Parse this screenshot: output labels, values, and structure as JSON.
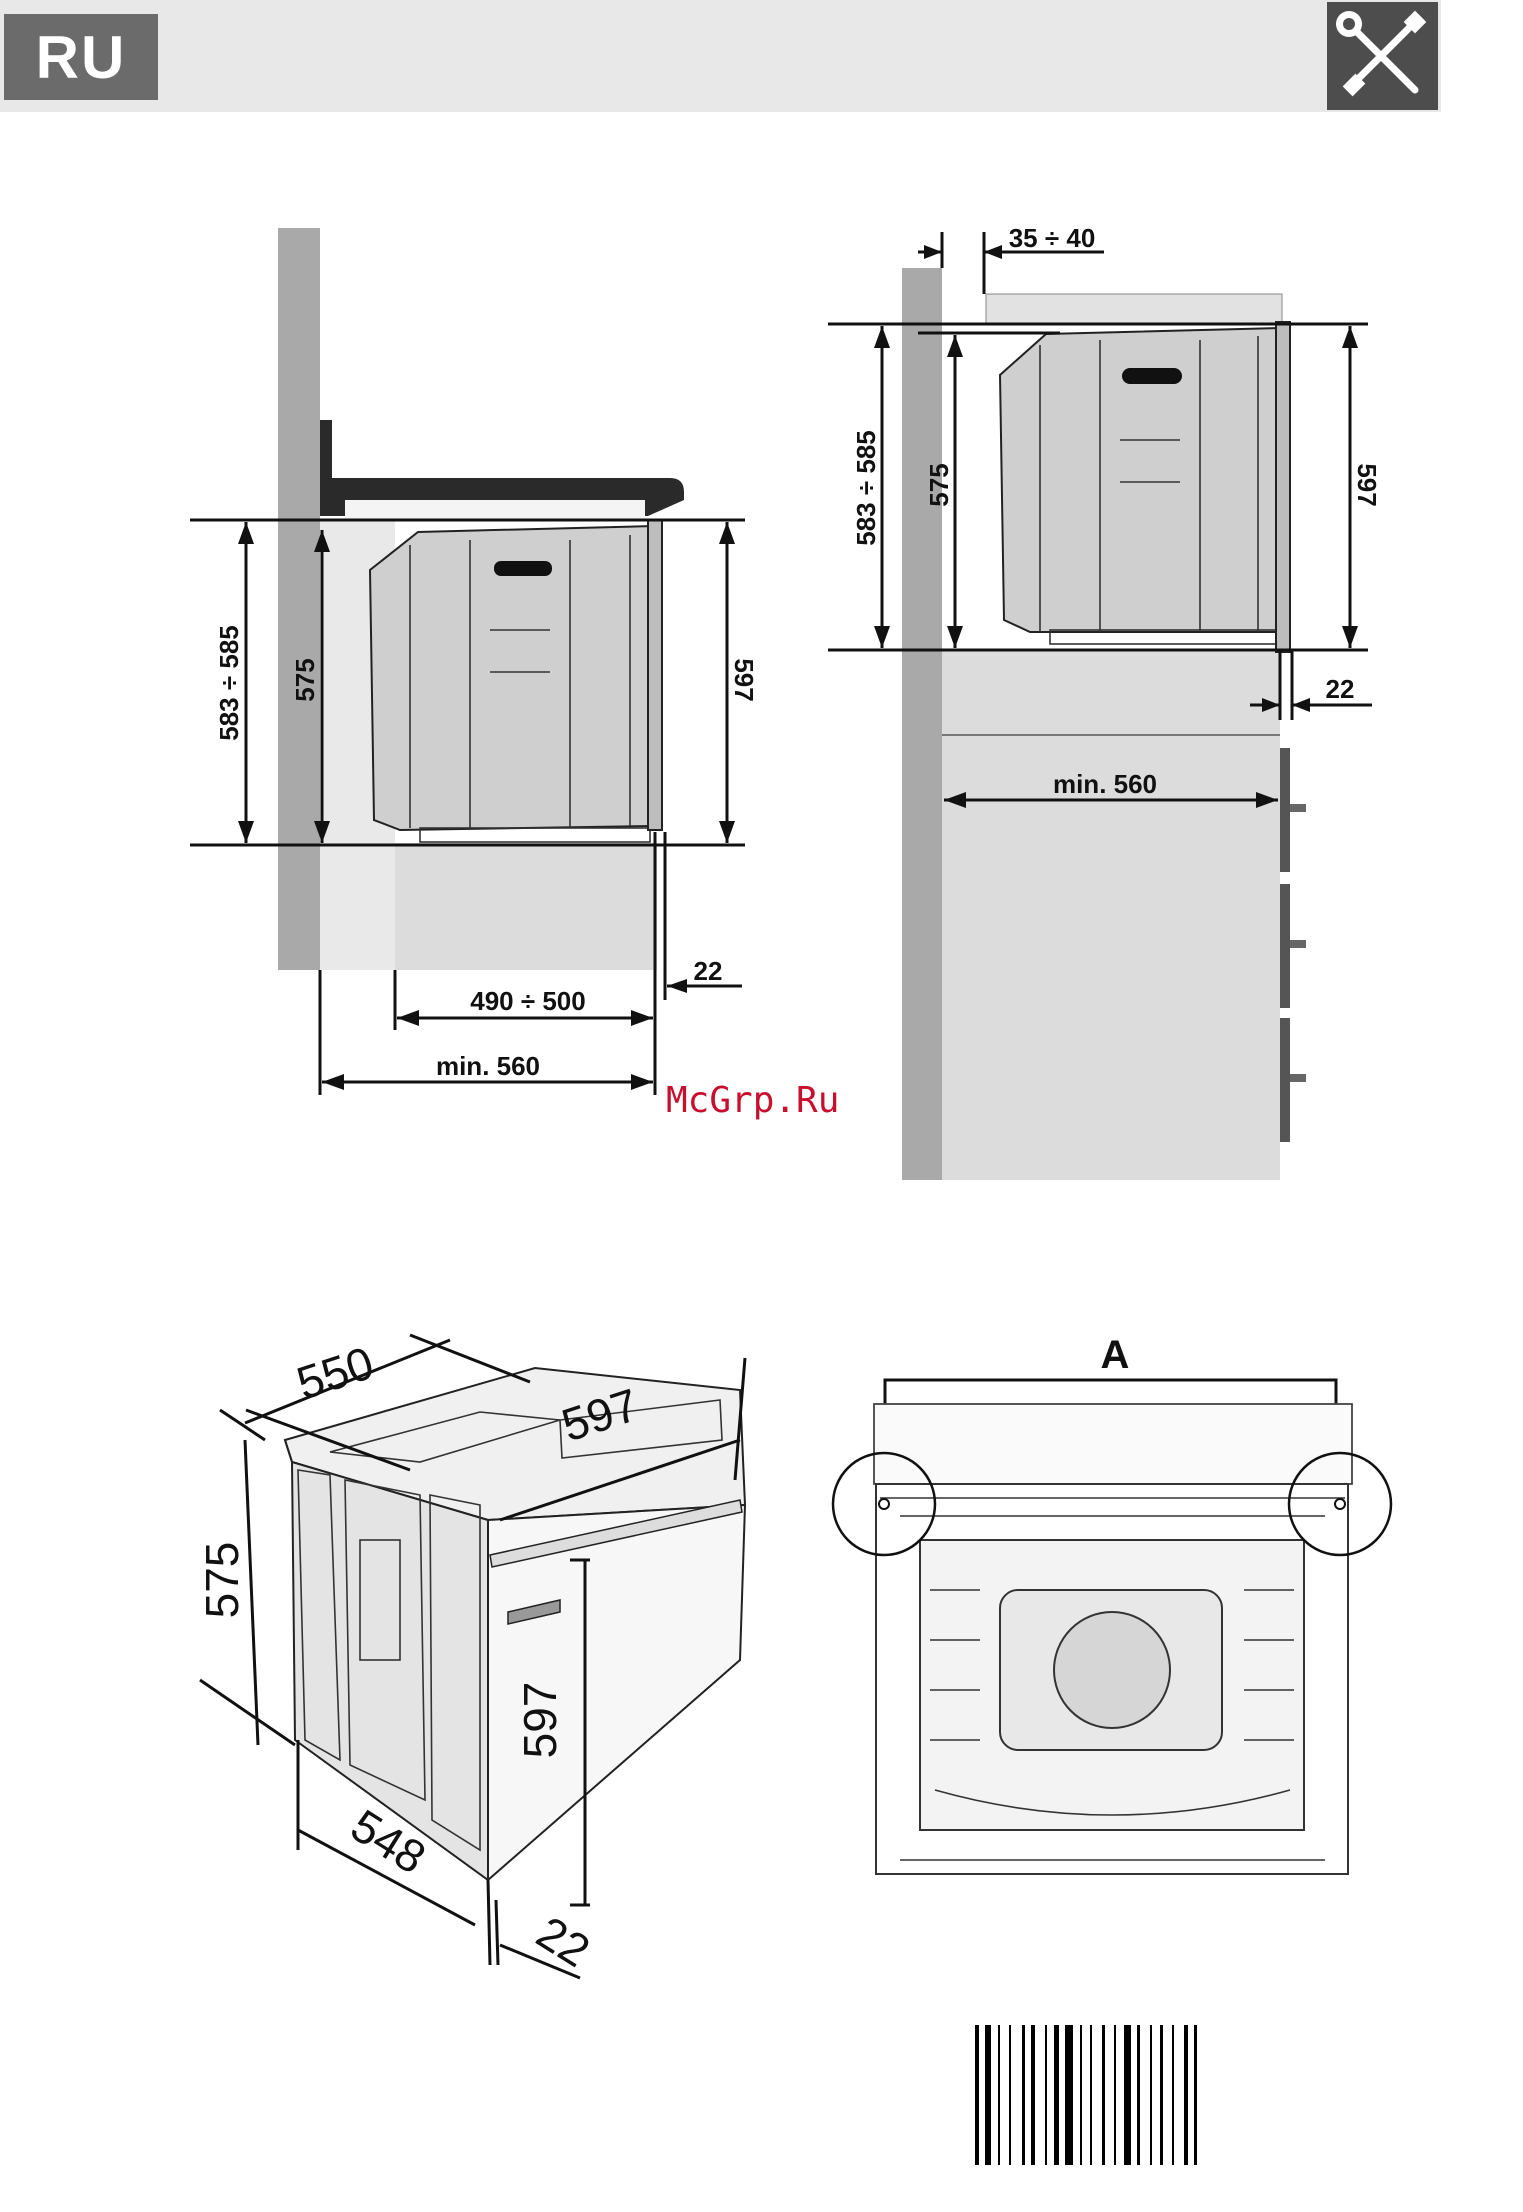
{
  "header": {
    "language": "RU",
    "tools_icon": "wrench-screwdriver-icon"
  },
  "watermark": "McGrp.Ru",
  "colors": {
    "header_bg": "#e8e8e8",
    "badge_bg": "#6b6b6b",
    "wall": "#a9a9a9",
    "cabinet": "#dcdcdc",
    "watermark": "#c8102e"
  },
  "diagram_under_counter": {
    "dim_height_range": "583 ÷ 585",
    "dim_height_oven": "575",
    "dim_height_front": "597",
    "dim_depth_range": "490 ÷ 500",
    "dim_depth_min": "min. 560",
    "dim_front_offset": "22"
  },
  "diagram_column": {
    "dim_top_gap": "35 ÷ 40",
    "dim_height_range": "583 ÷ 585",
    "dim_height_oven": "575",
    "dim_height_front": "597",
    "dim_front_offset": "22",
    "dim_depth_min": "min. 560"
  },
  "diagram_perspective": {
    "dim_depth_top": "550",
    "dim_width_top": "597",
    "dim_height_side": "575",
    "dim_height_front": "597",
    "dim_depth_bottom": "548",
    "dim_front_offset": "22"
  },
  "diagram_front": {
    "label": "A"
  }
}
